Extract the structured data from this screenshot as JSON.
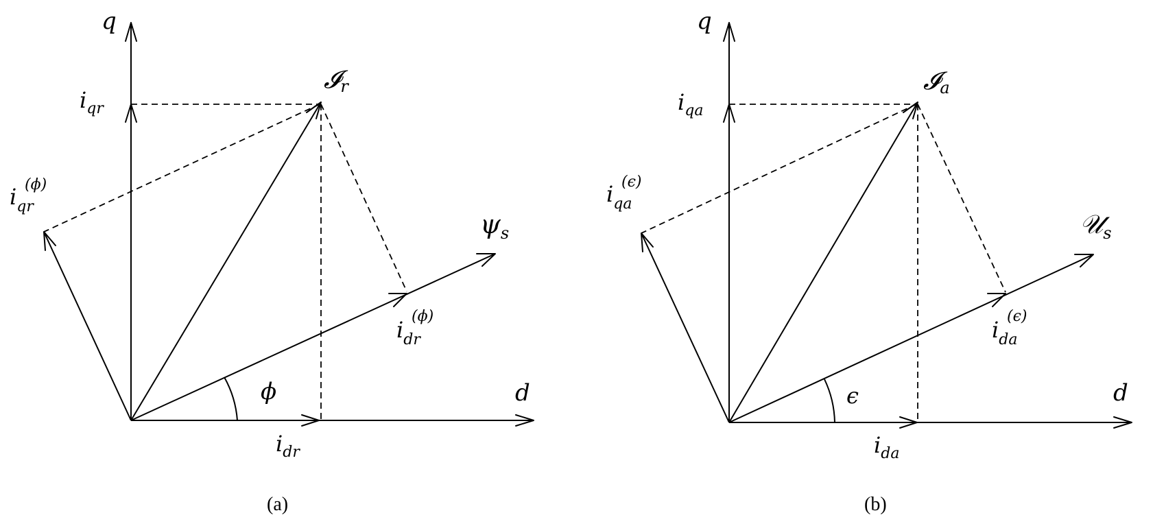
{
  "panels": [
    {
      "axis_d": "d",
      "axis_q": "q",
      "vector_main": "𝓘",
      "vector_main_sub": "r",
      "vector_ref": "ψ",
      "vector_ref_sub": "s",
      "angle": "ϕ",
      "proj_d_base": "i",
      "proj_d_sub": "dr",
      "proj_q_base": "i",
      "proj_q_sub": "qr",
      "rot_d_base": "i",
      "rot_d_sub": "dr",
      "rot_d_sup": "(ϕ)",
      "rot_q_base": "i",
      "rot_q_sub": "qr",
      "rot_q_sup": "(ϕ)",
      "caption": "(a)"
    },
    {
      "axis_d": "d",
      "axis_q": "q",
      "vector_main": "𝓘",
      "vector_main_sub": "a",
      "vector_ref": "𝒰",
      "vector_ref_sub": "s",
      "angle": "ϵ",
      "proj_d_base": "i",
      "proj_d_sub": "da",
      "proj_q_base": "i",
      "proj_q_sub": "qa",
      "rot_d_base": "i",
      "rot_d_sub": "da",
      "rot_d_sup": "(ϵ)",
      "rot_q_base": "i",
      "rot_q_sub": "qa",
      "rot_q_sup": "(ϵ)",
      "caption": "(b)"
    }
  ]
}
